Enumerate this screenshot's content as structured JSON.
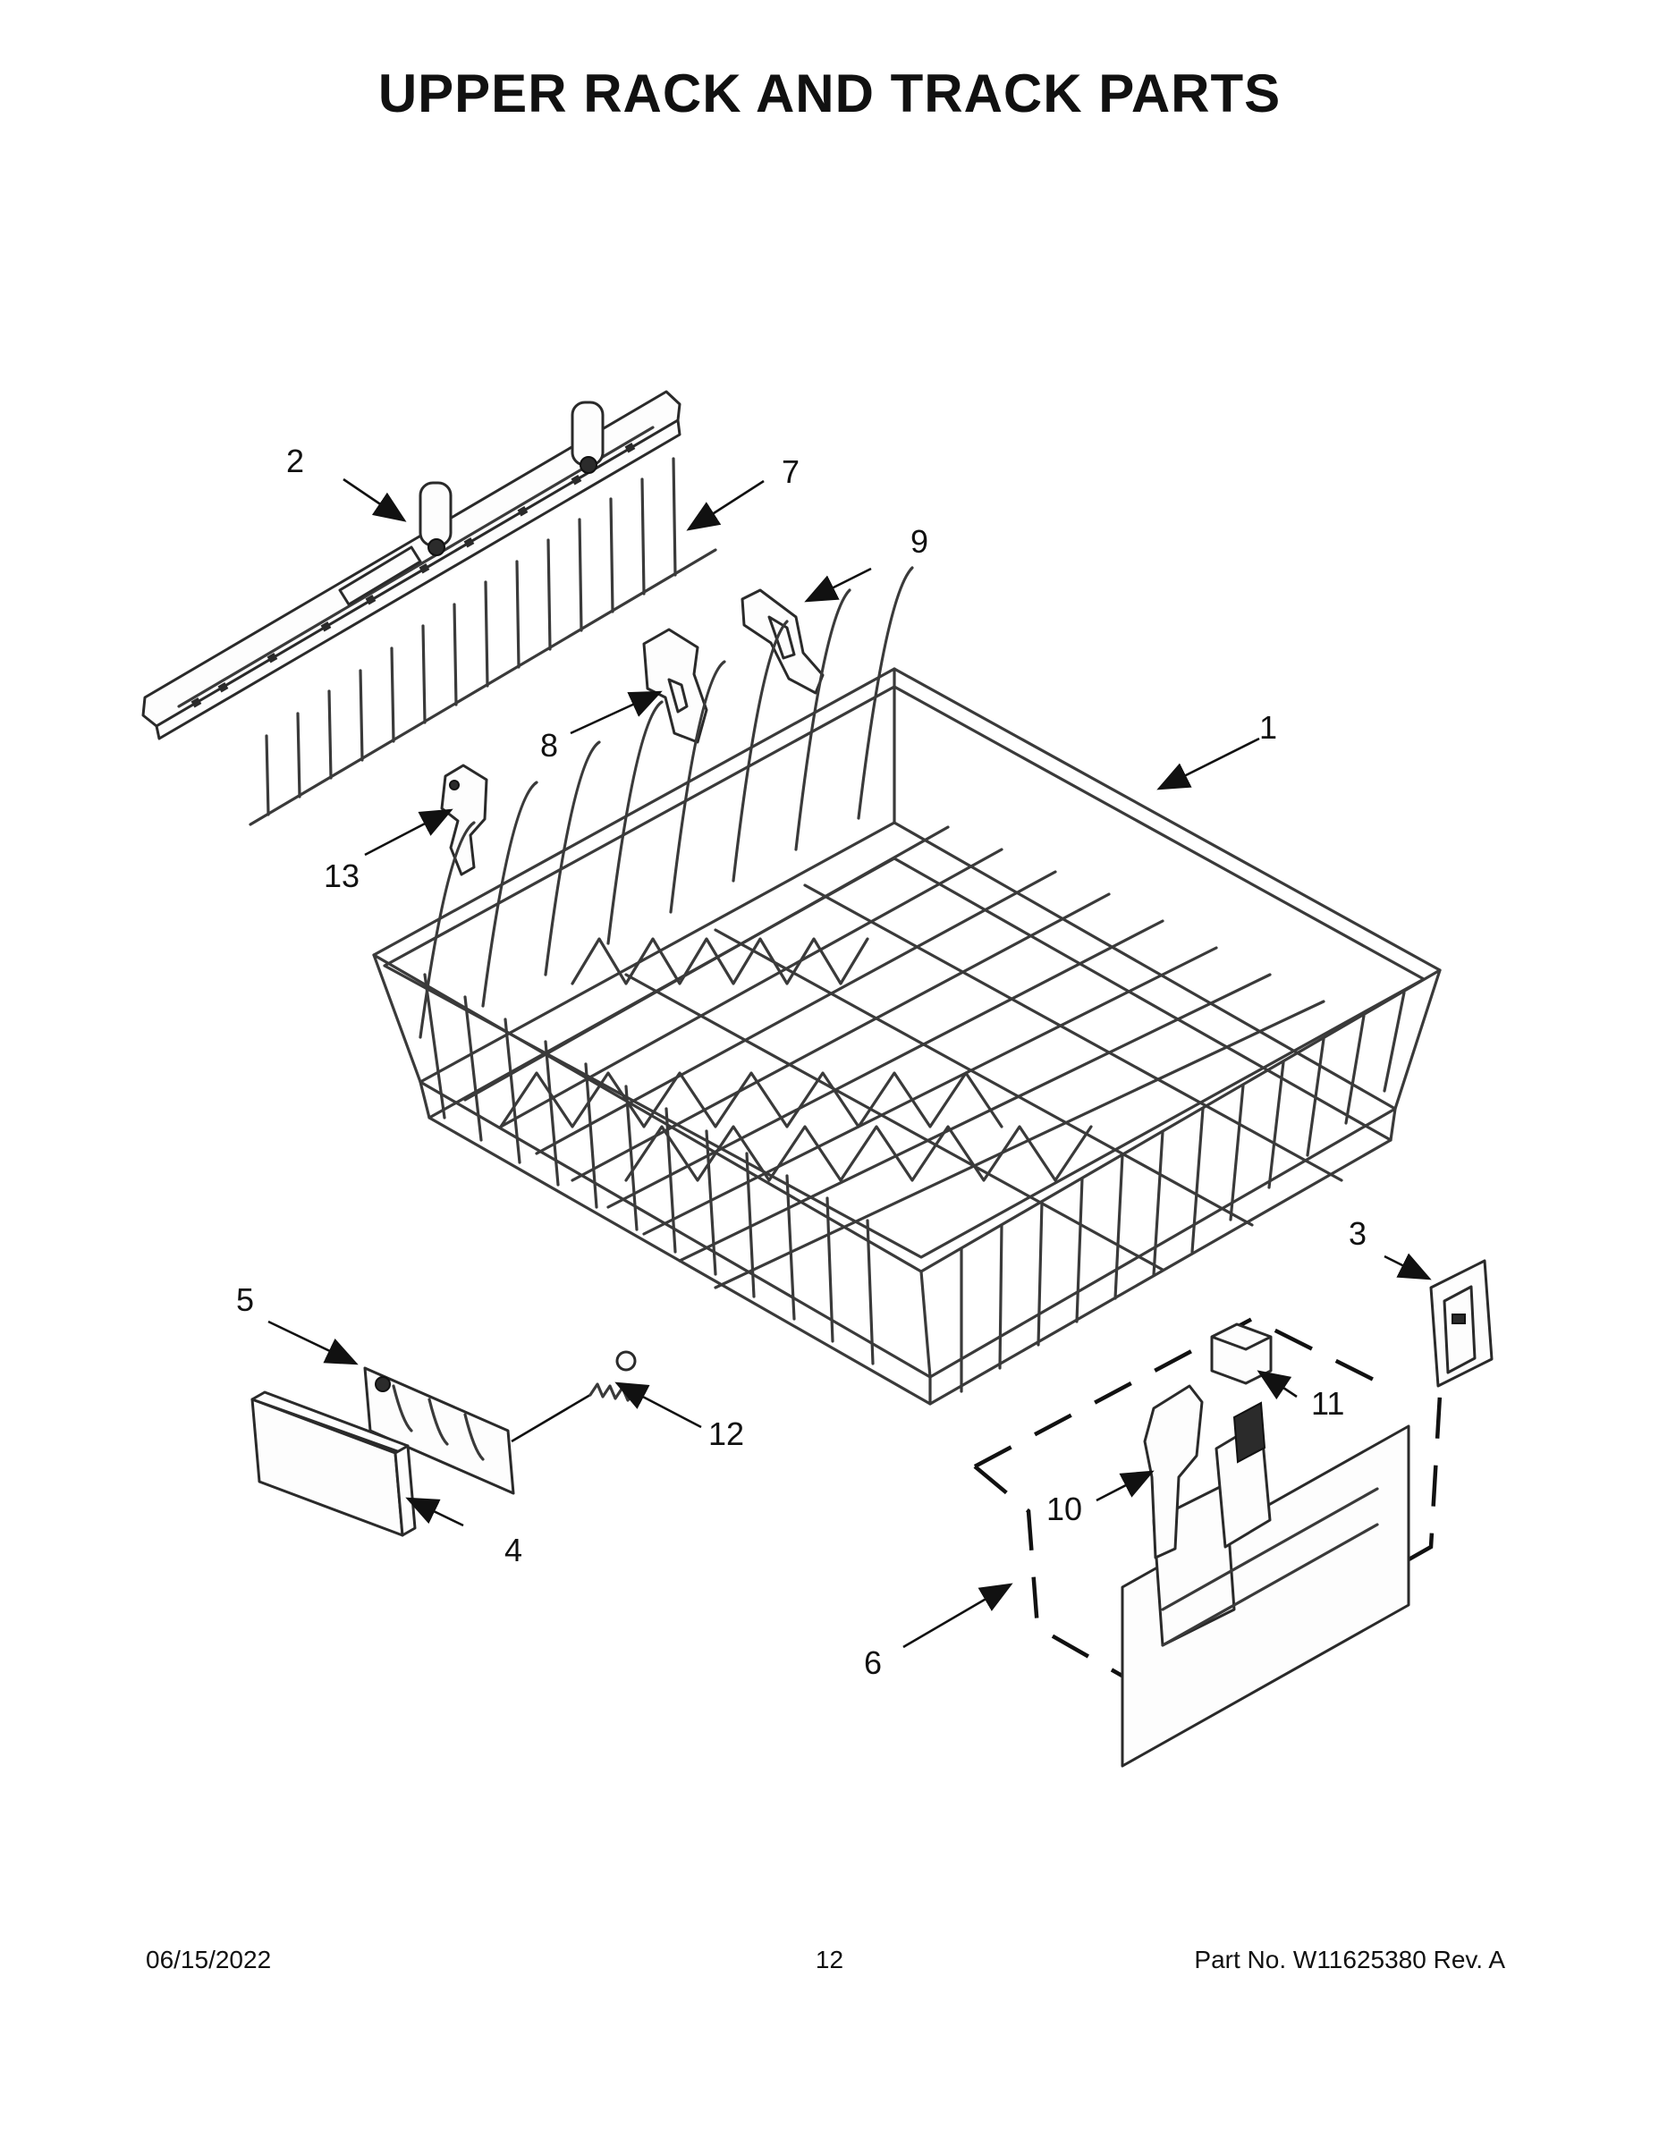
{
  "page": {
    "title": "UPPER RACK AND TRACK PARTS",
    "footer": {
      "date": "06/15/2022",
      "page_number": "12",
      "part_number": "Part No.  W11625380  Rev.  A"
    }
  },
  "diagram": {
    "callouts": [
      "1",
      "2",
      "3",
      "4",
      "5",
      "6",
      "7",
      "8",
      "9",
      "10",
      "11",
      "12",
      "13"
    ]
  }
}
